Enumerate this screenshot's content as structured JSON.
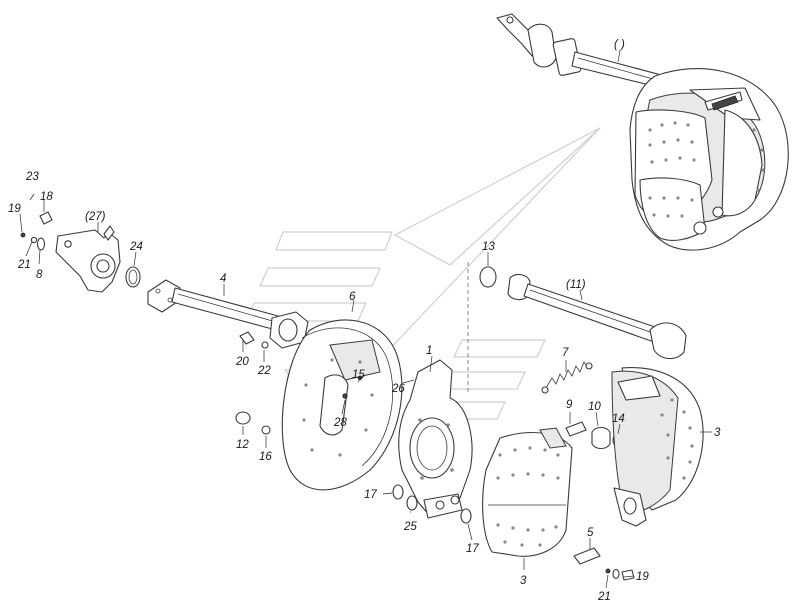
{
  "diagram": {
    "labels": {
      "top_axle": "( )",
      "axle_11": "(11)",
      "lever_27": "(27)",
      "p1": "1",
      "p3_right": "3",
      "p3_bottom": "3",
      "p4": "4",
      "p5": "5",
      "p6": "6",
      "p7": "7",
      "p8": "8",
      "p9": "9",
      "p10": "10",
      "p12": "12",
      "p13": "13",
      "p14": "14",
      "p15": "15",
      "p16": "16",
      "p17_left": "17",
      "p17_bottom": "17",
      "p18": "18",
      "p19_left": "19",
      "p19_bottom": "19",
      "p20": "20",
      "p21_left": "21",
      "p21_bottom": "21",
      "p22": "22",
      "p23": "23",
      "p24": "24",
      "p25": "25",
      "p26": "26",
      "p28": "28"
    }
  }
}
